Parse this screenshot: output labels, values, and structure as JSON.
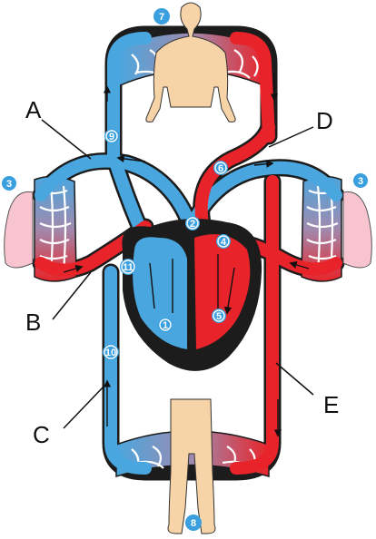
{
  "labels": {
    "A": "A",
    "B": "B",
    "C": "C",
    "D": "D",
    "E": "E"
  },
  "markers": {
    "m1": "1",
    "m2": "2",
    "m3_left": "3",
    "m3_right": "3",
    "m4": "4",
    "m5": "5",
    "m6": "6",
    "m7": "7",
    "m8": "8",
    "m9": "9",
    "m10": "10",
    "m11": "11"
  },
  "colors": {
    "deoxygenated": "#4aa6de",
    "oxygenated": "#e8242a",
    "marker": "#3a9fde",
    "skin": "#f7d3a8",
    "lung": "#f8c4cf"
  }
}
